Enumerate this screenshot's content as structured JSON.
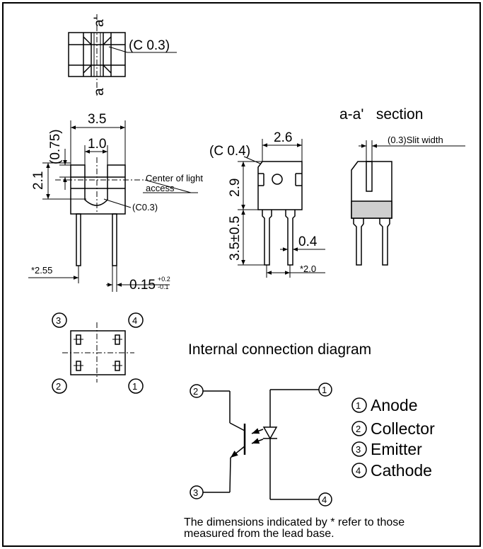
{
  "top_view": {
    "label_a_top": "a'",
    "label_a_bottom": "a",
    "chamfer": "(C 0.3)"
  },
  "front_view": {
    "width": "3.5",
    "slit": "1.0",
    "top_height": "(0.75)",
    "height": "2.1",
    "center_label_1": "Center of light",
    "center_label_2": "access",
    "chamfer": "(C0.3)",
    "lead_pos": "*2.55",
    "lead_width_base": "0.15",
    "lead_width_plus": "+0.2",
    "lead_width_minus": "-0.1"
  },
  "side_view": {
    "chamfer": "(C 0.4)",
    "width": "2.6",
    "height": "2.9",
    "lead_length": "3.5±0.5",
    "lead_thickness": "0.4",
    "lead_pitch": "*2.0"
  },
  "section_view": {
    "title": "a-a'   section",
    "slit_label": "(0.3)Slit width"
  },
  "pinout_view": {
    "pins": [
      "3",
      "4",
      "2",
      "1"
    ]
  },
  "schematic": {
    "title": "Internal connection diagram",
    "pins": [
      "2",
      "1",
      "3",
      "4"
    ],
    "legend": [
      {
        "num": "1",
        "name": "Anode"
      },
      {
        "num": "2",
        "name": "Collector"
      },
      {
        "num": "3",
        "name": "Emitter"
      },
      {
        "num": "4",
        "name": "Cathode"
      }
    ]
  },
  "footnote": {
    "line1": "The dimensions indicated by * refer to those",
    "line2": "measured from the lead base."
  }
}
